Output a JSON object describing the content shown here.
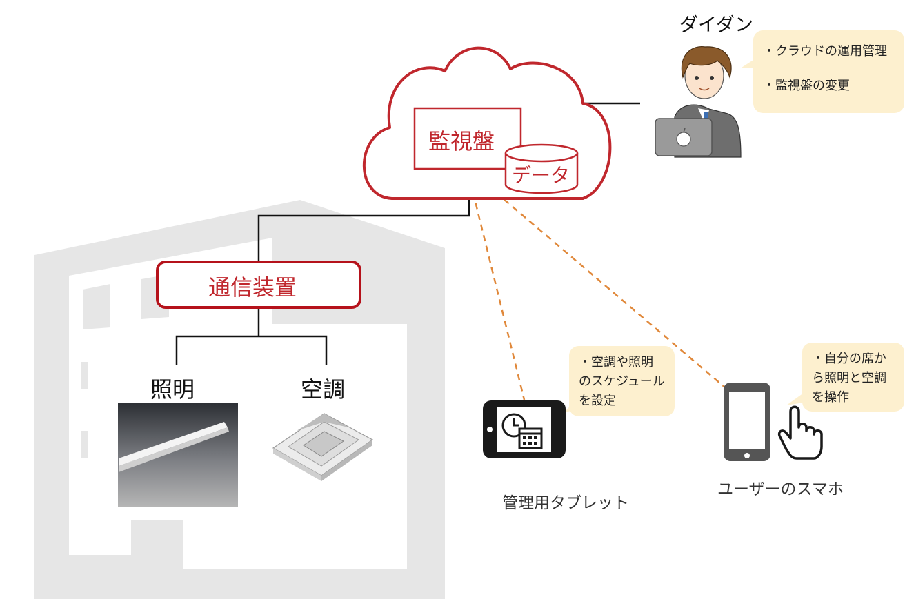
{
  "nodes": {
    "kanshiban": "監視盤",
    "data_store": "データ",
    "tsushin": "通信装置",
    "lighting": "照明",
    "aircon": "空調",
    "operator": "ダイダン",
    "tablet": "管理用タブレット",
    "smartphone": "ユーザーのスマホ"
  },
  "bubbles": {
    "operator": [
      "・クラウドの運用管理",
      "・監視盤の変更"
    ],
    "tablet": [
      "・空調や照明",
      "のスケジュール",
      "を設定"
    ],
    "smartphone": [
      "・自分の席か",
      "ら照明と空調",
      "を操作"
    ]
  },
  "colors": {
    "cloud_red": "#c0272d",
    "building_gray": "#e6e6e6",
    "wireless_orange": "#e0883a",
    "bubble_fill": "#fdf0cf"
  },
  "icons": [
    "cloud-icon",
    "database-icon",
    "building-icon",
    "ceiling-light-icon",
    "ceiling-ac-icon",
    "person-laptop-icon",
    "tablet-icon",
    "smartphone-icon",
    "hand-pointer-icon"
  ]
}
